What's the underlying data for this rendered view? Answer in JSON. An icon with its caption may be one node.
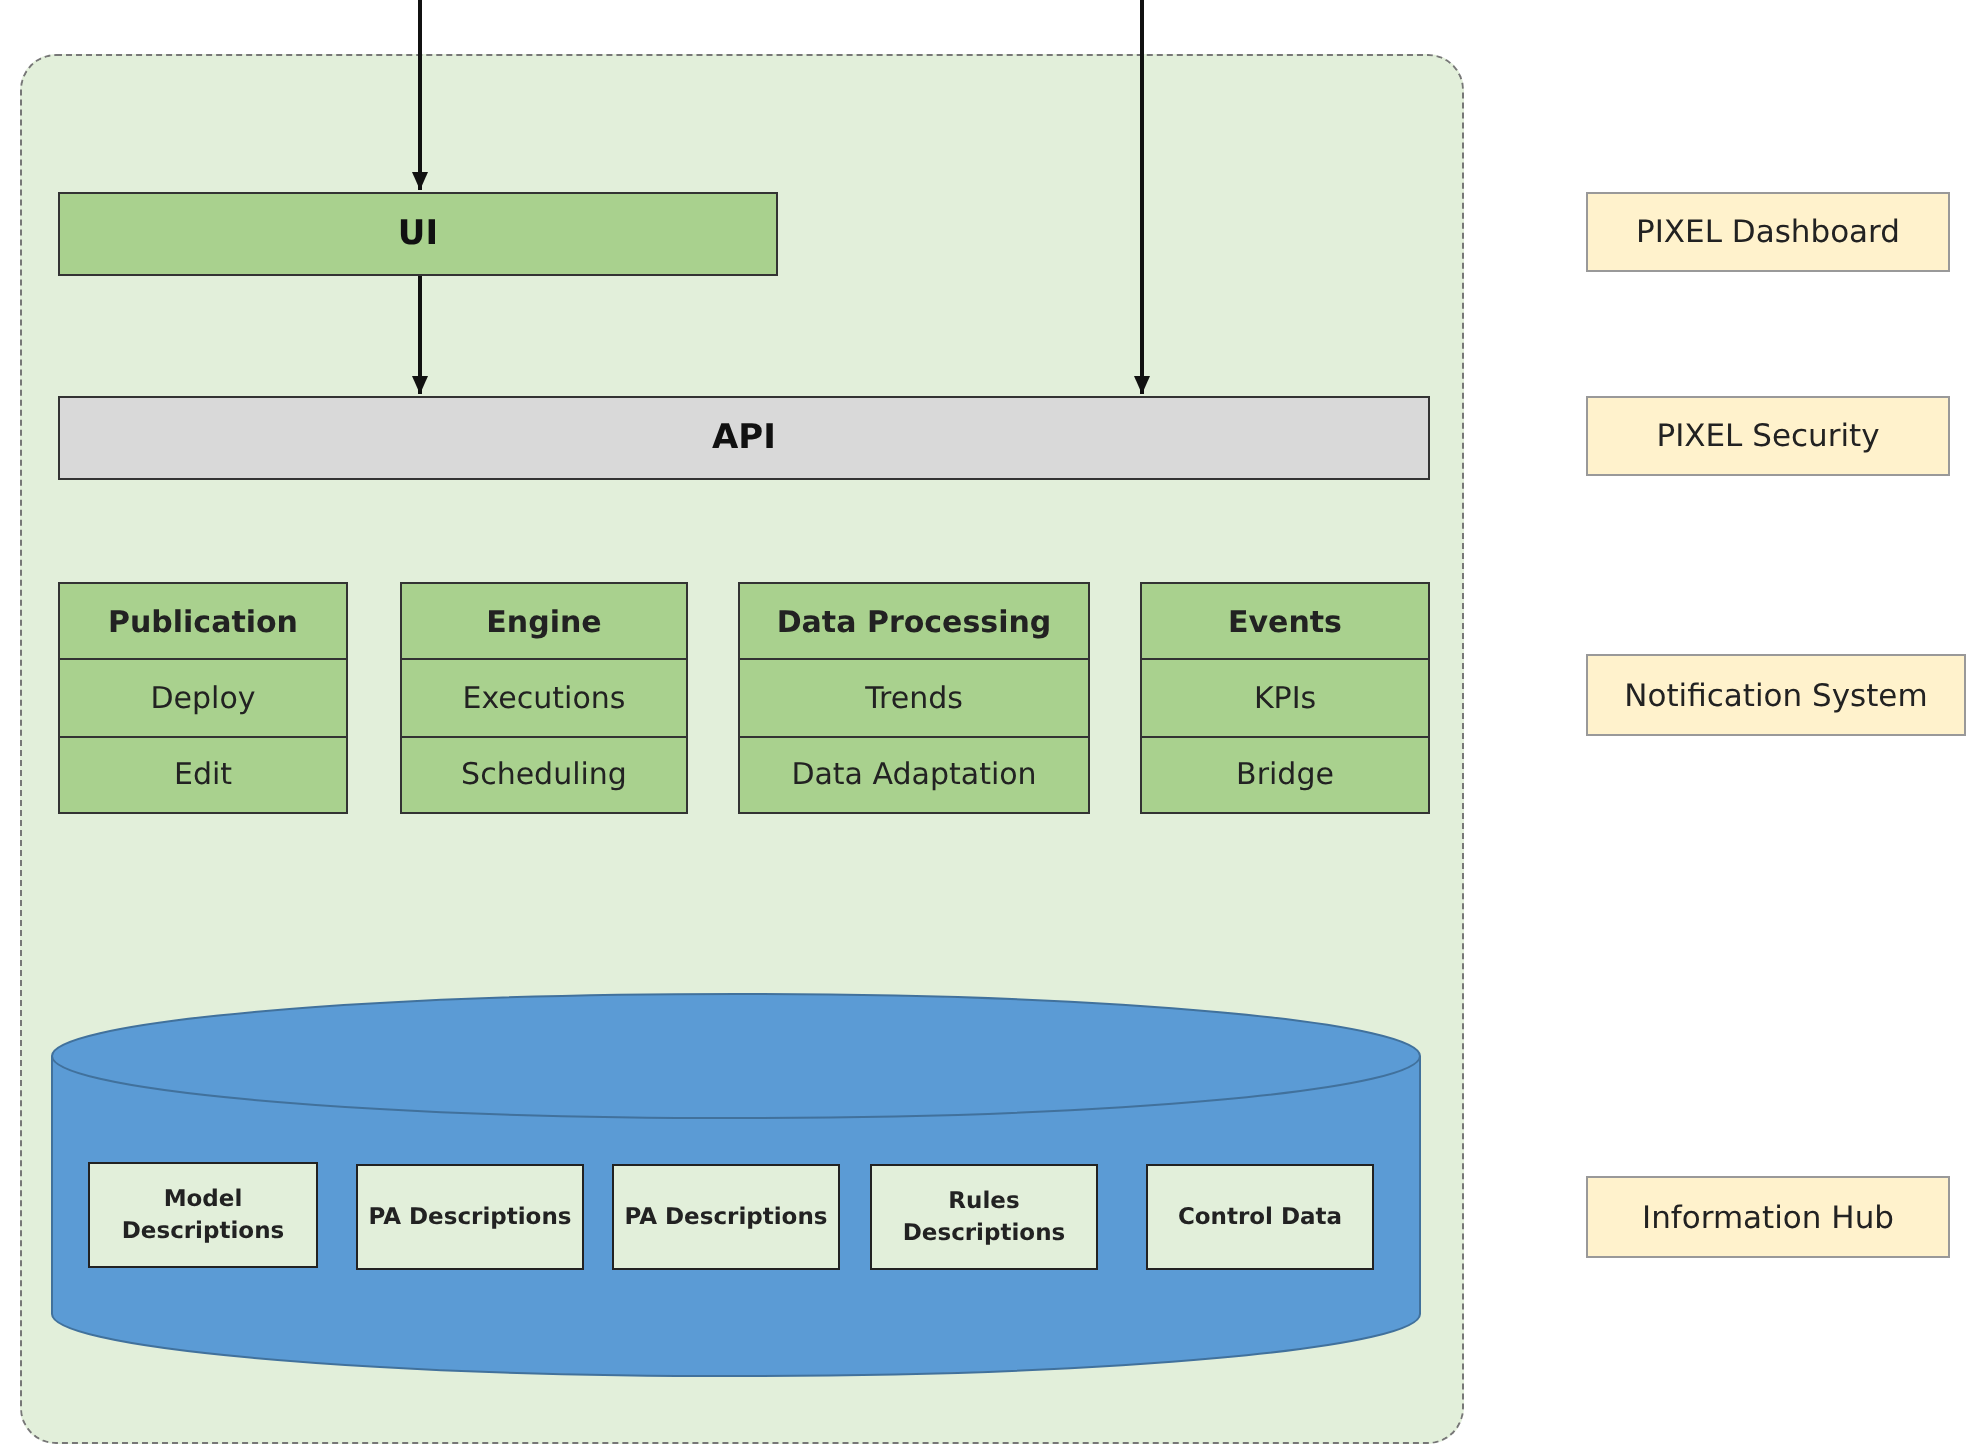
{
  "diagram": {
    "nodes": [
      {
        "text": [],
        "shape": "box"
      },
      {
        "text": [
          "UI"
        ],
        "in": 0
      },
      {
        "text": [
          "API"
        ],
        "in": 0
      },
      {
        "text": [
          "Publication",
          "Deploy",
          "Edit"
        ],
        "in": 0
      },
      {
        "text": [
          "Engine",
          "Executions",
          "Scheduling"
        ],
        "in": 0
      },
      {
        "text": [
          "Data Processing",
          "Trends",
          "Data Adaptation"
        ],
        "in": 0
      },
      {
        "text": [
          "Events",
          "KPIs",
          "Bridge"
        ],
        "in": 0
      },
      {
        "text": [],
        "shape": "cylinder",
        "in": 0
      },
      {
        "text": [
          "Model Descriptions"
        ],
        "in": 7
      },
      {
        "text": [
          "PA Descriptions"
        ],
        "in": 7
      },
      {
        "text": [
          "PA Descriptions"
        ],
        "in": 7
      },
      {
        "text": [
          "Rules Descriptions"
        ],
        "in": 7
      },
      {
        "text": [
          "Control Data"
        ],
        "in": 7
      },
      {
        "text": [
          "PIXEL Dashboard"
        ]
      },
      {
        "text": [
          "PIXEL Security"
        ]
      },
      {
        "text": [
          "Notification System"
        ]
      },
      {
        "text": [
          "Information Hub"
        ]
      }
    ],
    "edges": [
      {
        "from": null,
        "to": 1,
        "arrow": "to"
      },
      {
        "from": 1,
        "to": 2,
        "arrow": "to"
      },
      {
        "from": null,
        "to": 2,
        "arrow": "to"
      }
    ]
  }
}
